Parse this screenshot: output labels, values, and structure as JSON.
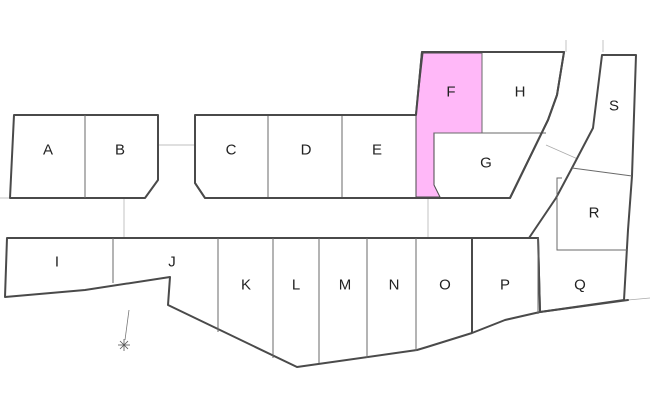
{
  "title": "Subdivision lot plan",
  "highlight_color": "#ffb8f8",
  "highlighted_lot": "F",
  "lots": [
    {
      "id": "A",
      "label": "A"
    },
    {
      "id": "B",
      "label": "B"
    },
    {
      "id": "C",
      "label": "C"
    },
    {
      "id": "D",
      "label": "D"
    },
    {
      "id": "E",
      "label": "E"
    },
    {
      "id": "F",
      "label": "F"
    },
    {
      "id": "G",
      "label": "G"
    },
    {
      "id": "H",
      "label": "H"
    },
    {
      "id": "I",
      "label": "I"
    },
    {
      "id": "J",
      "label": "J"
    },
    {
      "id": "K",
      "label": "K"
    },
    {
      "id": "L",
      "label": "L"
    },
    {
      "id": "M",
      "label": "M"
    },
    {
      "id": "N",
      "label": "N"
    },
    {
      "id": "O",
      "label": "O"
    },
    {
      "id": "P",
      "label": "P"
    },
    {
      "id": "Q",
      "label": "Q"
    },
    {
      "id": "R",
      "label": "R"
    },
    {
      "id": "S",
      "label": "S"
    }
  ]
}
